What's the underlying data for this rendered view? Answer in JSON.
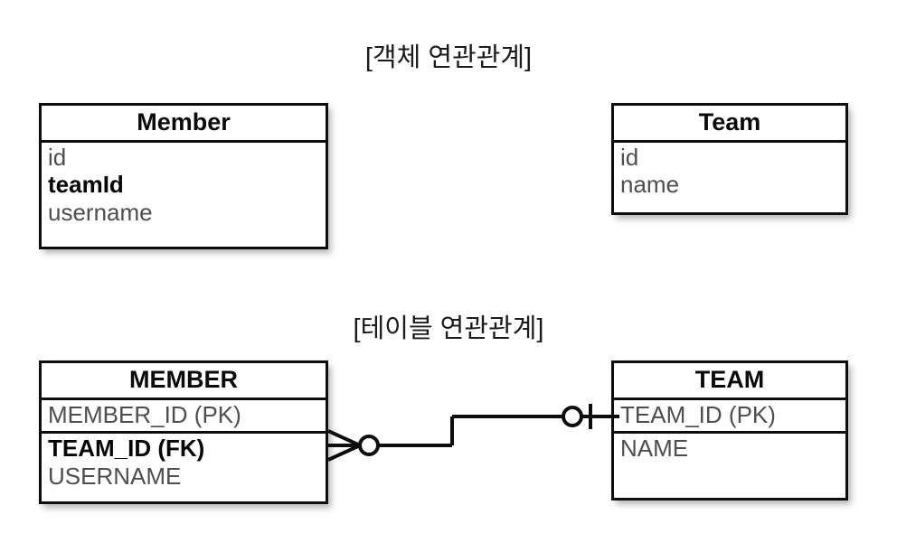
{
  "diagram": {
    "sections": [
      {
        "id": "object-association",
        "title": "[객체 연관관계]",
        "entities": [
          {
            "name": "Member",
            "compartments": [
              {
                "fields": [
                  {
                    "text": "id",
                    "bold": false
                  },
                  {
                    "text": "teamId",
                    "bold": true
                  },
                  {
                    "text": "username",
                    "bold": false
                  }
                ]
              }
            ]
          },
          {
            "name": "Team",
            "compartments": [
              {
                "fields": [
                  {
                    "text": "id",
                    "bold": false
                  },
                  {
                    "text": "name",
                    "bold": false
                  }
                ]
              }
            ]
          }
        ]
      },
      {
        "id": "table-association",
        "title": "[테이블 연관관계]",
        "entities": [
          {
            "name": "MEMBER",
            "compartments": [
              {
                "fields": [
                  {
                    "text": "MEMBER_ID (PK)",
                    "bold": false
                  }
                ]
              },
              {
                "fields": [
                  {
                    "text": "TEAM_ID (FK)",
                    "bold": true
                  },
                  {
                    "text": "USERNAME",
                    "bold": false
                  }
                ]
              }
            ]
          },
          {
            "name": "TEAM",
            "compartments": [
              {
                "fields": [
                  {
                    "text": "TEAM_ID (PK)",
                    "bold": false
                  }
                ]
              },
              {
                "fields": [
                  {
                    "text": "NAME",
                    "bold": false
                  }
                ]
              }
            ]
          }
        ],
        "relationship": {
          "from": "MEMBER",
          "to": "TEAM",
          "from_cardinality": "zero-or-many",
          "to_cardinality": "zero-or-one",
          "notation": "crows-foot"
        }
      }
    ],
    "colors": {
      "stroke": "#0d0d0d",
      "field_text": "#4e4e4e",
      "emphasis_text": "#060606",
      "background": "#ffffff"
    }
  }
}
